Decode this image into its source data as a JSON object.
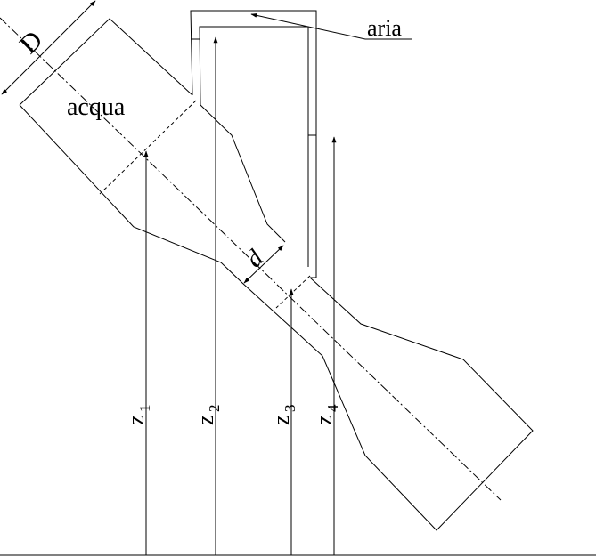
{
  "labels": {
    "air": "aria",
    "water": "acqua",
    "big_diameter": "D",
    "small_diameter": "d",
    "z1": "z",
    "z1_sub": "1",
    "z2": "z",
    "z2_sub": "2",
    "z3": "z",
    "z3_sub": "3",
    "z4": "z",
    "z4_sub": "4"
  }
}
